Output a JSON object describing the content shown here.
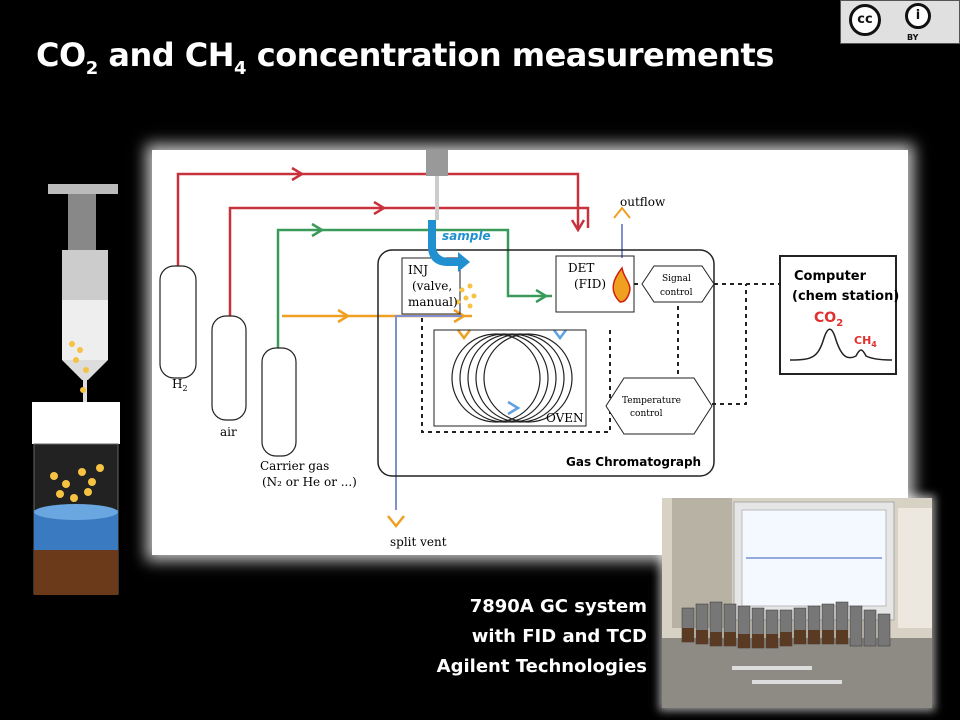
{
  "title": {
    "main": "CO",
    "sub1": "2",
    "mid": " and CH",
    "sub2": "4",
    "end": " concentration measurements"
  },
  "license": {
    "badge": "cc",
    "attribution": "BY"
  },
  "diagram": {
    "outflow": "outflow",
    "sample": "sample",
    "inj_line1": "INJ",
    "inj_line2": "(valve,",
    "inj_line3": "manual)",
    "det_line1": "DET",
    "det_line2": "(FID)",
    "signal_line1": "Signal",
    "signal_line2": "control",
    "temp_line1": "Temperature",
    "temp_line2": "control",
    "oven": "OVEN",
    "gc": "Gas Chromatograph",
    "computer_line1": "Computer",
    "computer_line2": "(chem station)",
    "co2_main": "CO",
    "co2_sub": "2",
    "ch4_main": "CH",
    "ch4_sub": "4",
    "h2_main": "H",
    "h2_sub": "2",
    "air": "air",
    "carrier_line1": "Carrier gas",
    "carrier_line2": "(N₂ or He or ...)",
    "split_vent": "split vent"
  },
  "caption": {
    "line1": "7890A GC system",
    "line2": "with FID and TCD",
    "line3": "Agilent Technologies"
  },
  "colors": {
    "red_line": "#c8323c",
    "green_line": "#3a9a5a",
    "orange_line": "#f0a020",
    "blue_line": "#8090d0",
    "sample_blue": "#2090d0",
    "peak_label": "#e03030"
  }
}
